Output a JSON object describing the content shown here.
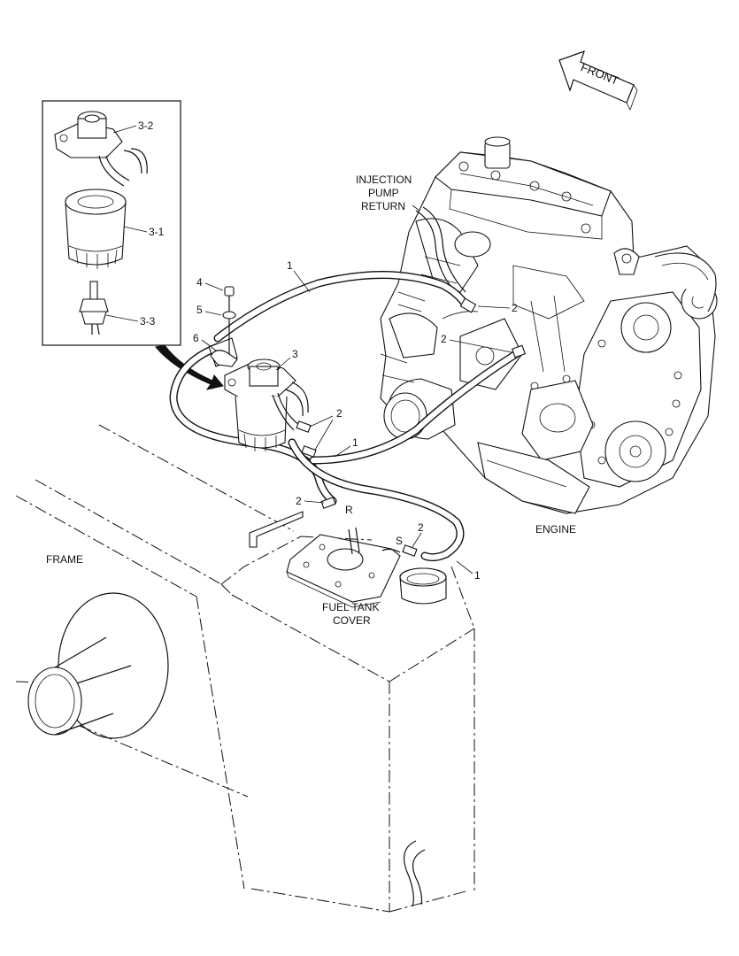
{
  "labels": {
    "front": "FRONT",
    "injection_pump_return_1": "INJECTION",
    "injection_pump_return_2": "PUMP",
    "injection_pump_return_3": "RETURN",
    "engine": "ENGINE",
    "frame": "FRAME",
    "fuel_tank_cover_1": "FUEL TANK",
    "fuel_tank_cover_2": "COVER",
    "inset_3_2": "3-2",
    "inset_3_1": "3-1",
    "inset_3_3": "3-3",
    "item_4": "4",
    "item_5": "5",
    "item_6": "6",
    "item_3": "3",
    "item_1_top": "1",
    "item_2_engine_a": "2",
    "item_2_engine_b": "2",
    "item_2_filter": "2",
    "item_1_mid": "1",
    "item_2_tank_left": "2",
    "item_r": "R",
    "item_2_tank_right": "2",
    "item_s": "S",
    "item_1_right": "1"
  },
  "colors": {
    "line": "#111111",
    "background": "#ffffff"
  }
}
